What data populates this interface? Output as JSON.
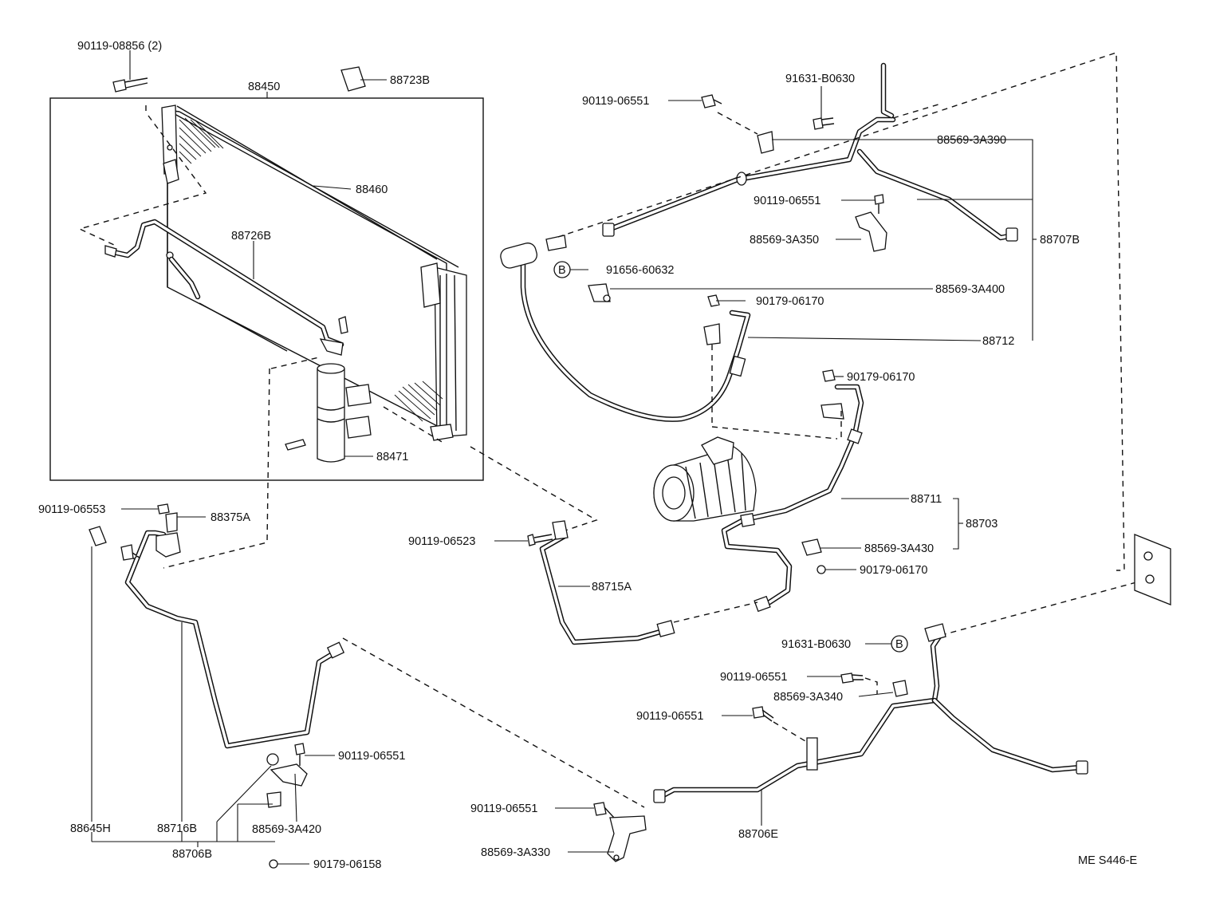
{
  "figure_code": "ME S446-E",
  "labels": {
    "p90119_08856": "90119-08856 (2)",
    "p88450": "88450",
    "p88723B": "88723B",
    "p88460": "88460",
    "p88726B": "88726B",
    "p88471": "88471",
    "p90119_06553": "90119-06553",
    "p88375A": "88375A",
    "p90119_06551_top": "90119-06551",
    "p91631_B0630_top": "91631-B0630",
    "p88569_3A390": "88569-3A390",
    "p90119_06551_mid": "90119-06551",
    "p88569_3A350": "88569-3A350",
    "p88707B": "88707B",
    "p91656_60632": "91656-60632",
    "callout_B_top": "B",
    "p88569_3A400": "88569-3A400",
    "p90179_06170_a": "90179-06170",
    "p88712": "88712",
    "p90179_06170_b": "90179-06170",
    "p88711": "88711",
    "p88703": "88703",
    "p88569_3A430": "88569-3A430",
    "p90179_06170_c": "90179-06170",
    "p90119_06523": "90119-06523",
    "p88715A": "88715A",
    "p91631_B0630_bottom": "91631-B0630",
    "callout_B_bottom": "B",
    "p90119_06551_r1": "90119-06551",
    "p88569_3A340": "88569-3A340",
    "p90119_06551_r2": "90119-06551",
    "p88706E": "88706E",
    "p90119_06551_bl": "90119-06551",
    "p88569_3A420": "88569-3A420",
    "p88645H": "88645H",
    "p88716B": "88716B",
    "p88706B": "88706B",
    "p90179_06158": "90179-06158",
    "p90119_06551_bc": "90119-06551",
    "p88569_3A330": "88569-3A330"
  }
}
